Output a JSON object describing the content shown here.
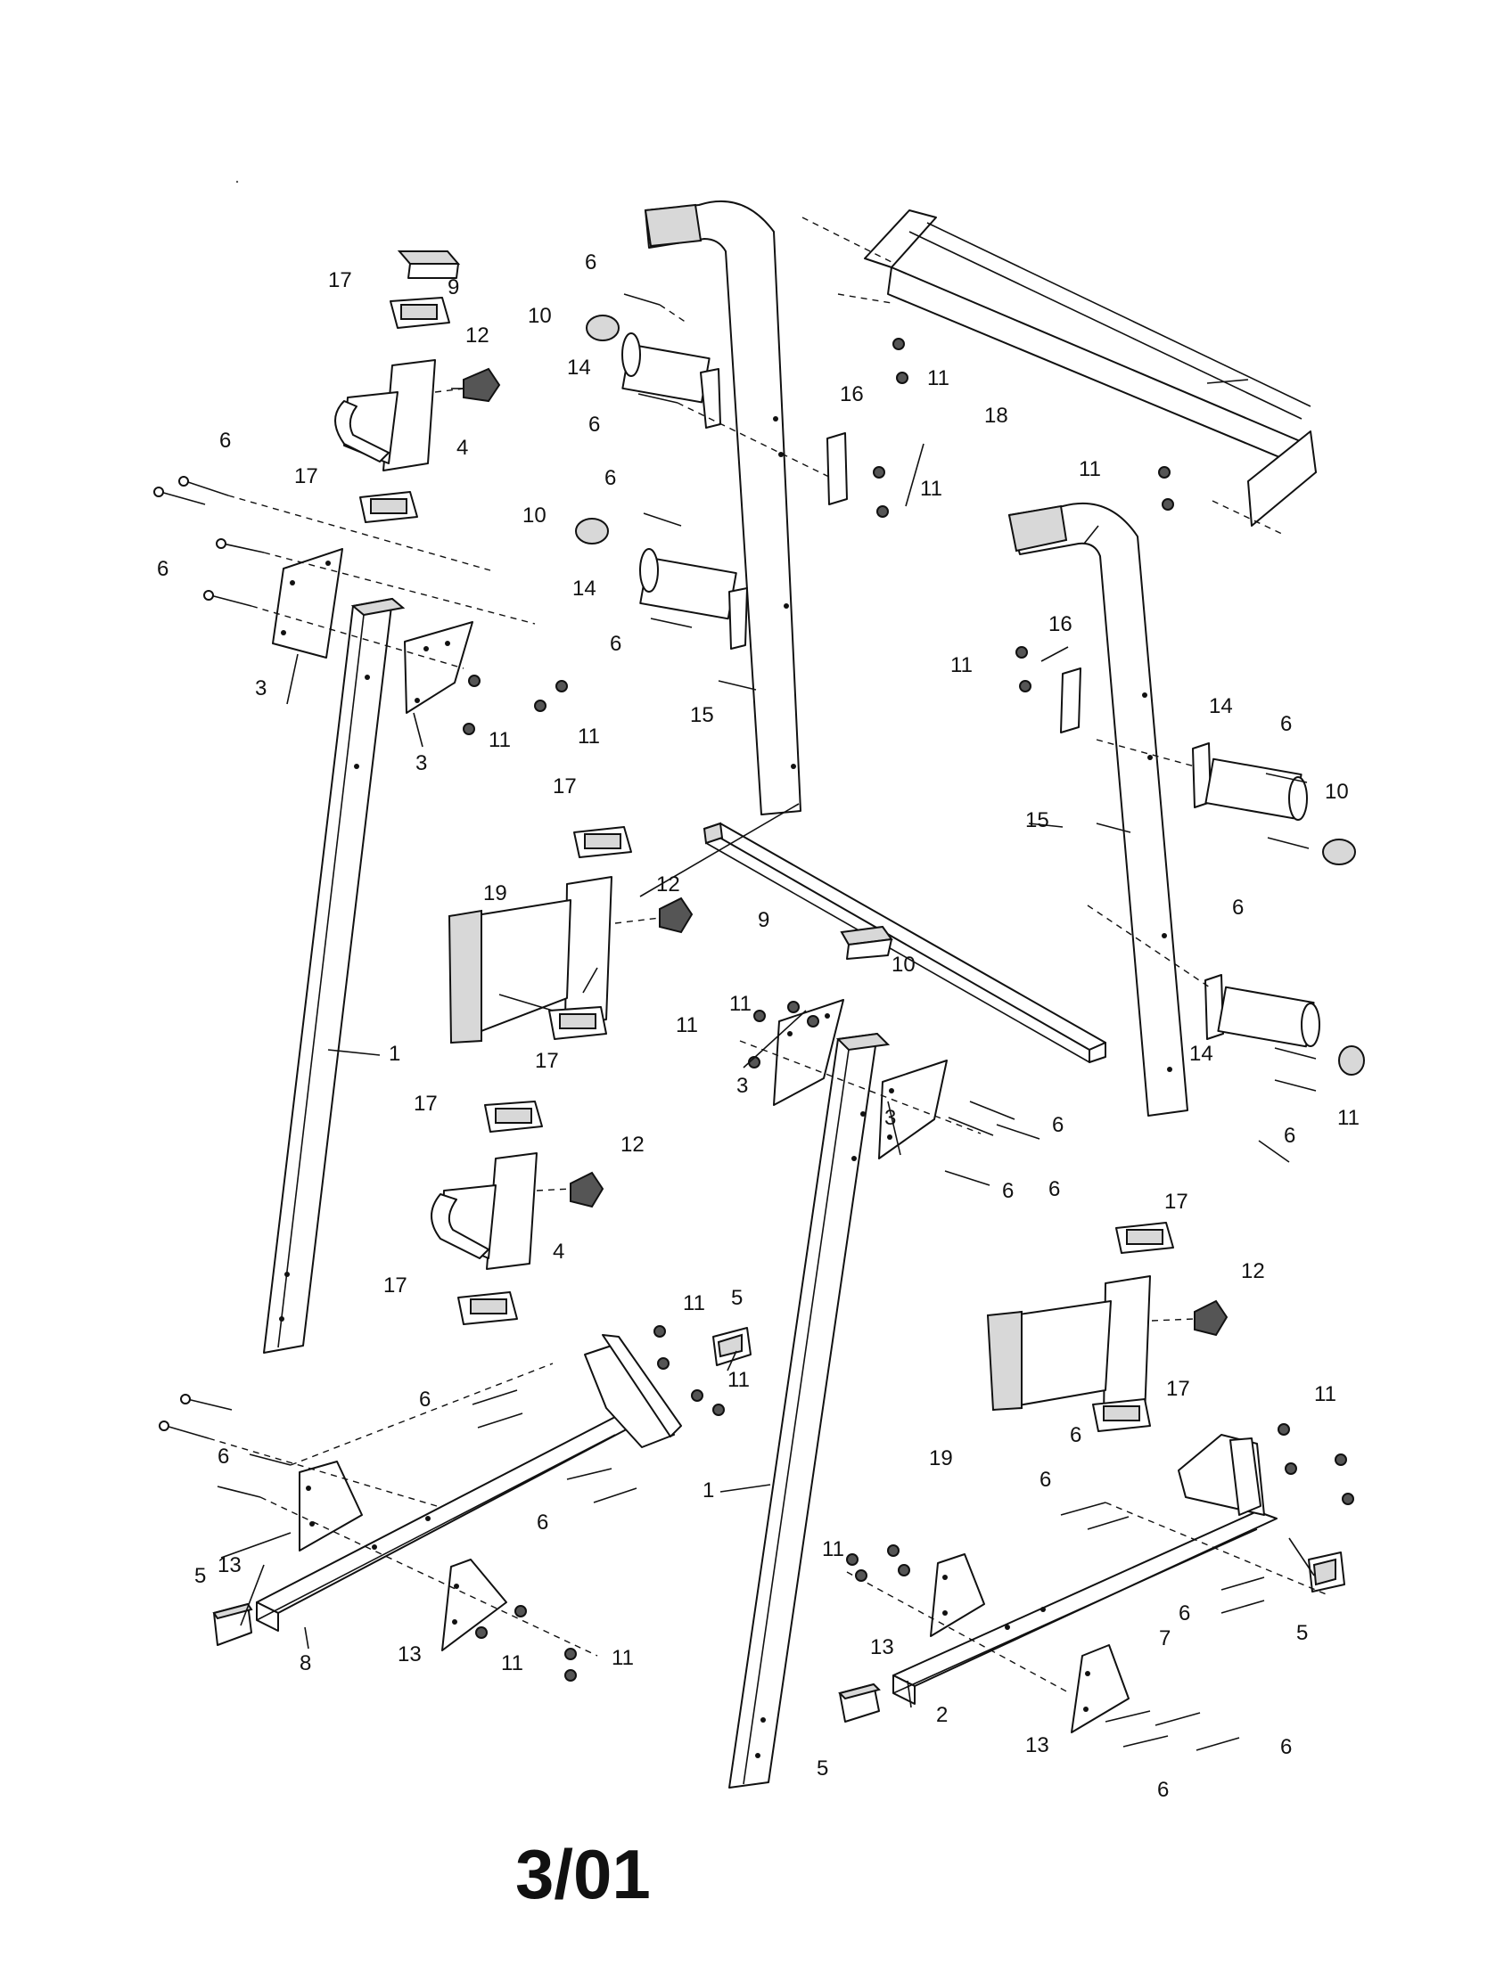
{
  "diagram": {
    "footer_code": "3/01",
    "callouts": [
      {
        "id": "c1a",
        "text": "1"
      },
      {
        "id": "c1b",
        "text": "1"
      },
      {
        "id": "c2",
        "text": "2"
      },
      {
        "id": "c3a",
        "text": "3"
      },
      {
        "id": "c3b",
        "text": "3"
      },
      {
        "id": "c3c",
        "text": "3"
      },
      {
        "id": "c3d",
        "text": "3"
      },
      {
        "id": "c4a",
        "text": "4"
      },
      {
        "id": "c4b",
        "text": "4"
      },
      {
        "id": "c5a",
        "text": "5"
      },
      {
        "id": "c5b",
        "text": "5"
      },
      {
        "id": "c5c",
        "text": "5"
      },
      {
        "id": "c5d",
        "text": "5"
      },
      {
        "id": "c6a",
        "text": "6"
      },
      {
        "id": "c6b",
        "text": "6"
      },
      {
        "id": "c6c",
        "text": "6"
      },
      {
        "id": "c6d",
        "text": "6"
      },
      {
        "id": "c6e",
        "text": "6"
      },
      {
        "id": "c6f",
        "text": "6"
      },
      {
        "id": "c6g",
        "text": "6"
      },
      {
        "id": "c6h",
        "text": "6"
      },
      {
        "id": "c6i",
        "text": "6"
      },
      {
        "id": "c6j",
        "text": "6"
      },
      {
        "id": "c6k",
        "text": "6"
      },
      {
        "id": "c6l",
        "text": "6"
      },
      {
        "id": "c6m",
        "text": "6"
      },
      {
        "id": "c6n",
        "text": "6"
      },
      {
        "id": "c6o",
        "text": "6"
      },
      {
        "id": "c6p",
        "text": "6"
      },
      {
        "id": "c6q",
        "text": "6"
      },
      {
        "id": "c6r",
        "text": "6"
      },
      {
        "id": "c6s",
        "text": "6"
      },
      {
        "id": "c6t",
        "text": "6"
      },
      {
        "id": "c7",
        "text": "7"
      },
      {
        "id": "c8",
        "text": "8"
      },
      {
        "id": "c9a",
        "text": "9"
      },
      {
        "id": "c9b",
        "text": "9"
      },
      {
        "id": "c10a",
        "text": "10"
      },
      {
        "id": "c10b",
        "text": "10"
      },
      {
        "id": "c10c",
        "text": "10"
      },
      {
        "id": "c10d",
        "text": "10"
      },
      {
        "id": "c11a",
        "text": "11"
      },
      {
        "id": "c11b",
        "text": "11"
      },
      {
        "id": "c11c",
        "text": "11"
      },
      {
        "id": "c11d",
        "text": "11"
      },
      {
        "id": "c11e",
        "text": "11"
      },
      {
        "id": "c11f",
        "text": "11"
      },
      {
        "id": "c11g",
        "text": "11"
      },
      {
        "id": "c11h",
        "text": "11"
      },
      {
        "id": "c11i",
        "text": "11"
      },
      {
        "id": "c11j",
        "text": "11"
      },
      {
        "id": "c11k",
        "text": "11"
      },
      {
        "id": "c11l",
        "text": "11"
      },
      {
        "id": "c11m",
        "text": "11"
      },
      {
        "id": "c11n",
        "text": "11"
      },
      {
        "id": "c11o",
        "text": "11"
      },
      {
        "id": "c12a",
        "text": "12"
      },
      {
        "id": "c12b",
        "text": "12"
      },
      {
        "id": "c12c",
        "text": "12"
      },
      {
        "id": "c12d",
        "text": "12"
      },
      {
        "id": "c13a",
        "text": "13"
      },
      {
        "id": "c13b",
        "text": "13"
      },
      {
        "id": "c13c",
        "text": "13"
      },
      {
        "id": "c13d",
        "text": "13"
      },
      {
        "id": "c14a",
        "text": "14"
      },
      {
        "id": "c14b",
        "text": "14"
      },
      {
        "id": "c14c",
        "text": "14"
      },
      {
        "id": "c14d",
        "text": "14"
      },
      {
        "id": "c15a",
        "text": "15"
      },
      {
        "id": "c15b",
        "text": "15"
      },
      {
        "id": "c16a",
        "text": "16"
      },
      {
        "id": "c16b",
        "text": "16"
      },
      {
        "id": "c17a",
        "text": "17"
      },
      {
        "id": "c17b",
        "text": "17"
      },
      {
        "id": "c17c",
        "text": "17"
      },
      {
        "id": "c17d",
        "text": "17"
      },
      {
        "id": "c17e",
        "text": "17"
      },
      {
        "id": "c17f",
        "text": "17"
      },
      {
        "id": "c17g",
        "text": "17"
      },
      {
        "id": "c17h",
        "text": "17"
      },
      {
        "id": "c18",
        "text": "18"
      },
      {
        "id": "c19a",
        "text": "19"
      },
      {
        "id": "c19b",
        "text": "19"
      }
    ]
  }
}
